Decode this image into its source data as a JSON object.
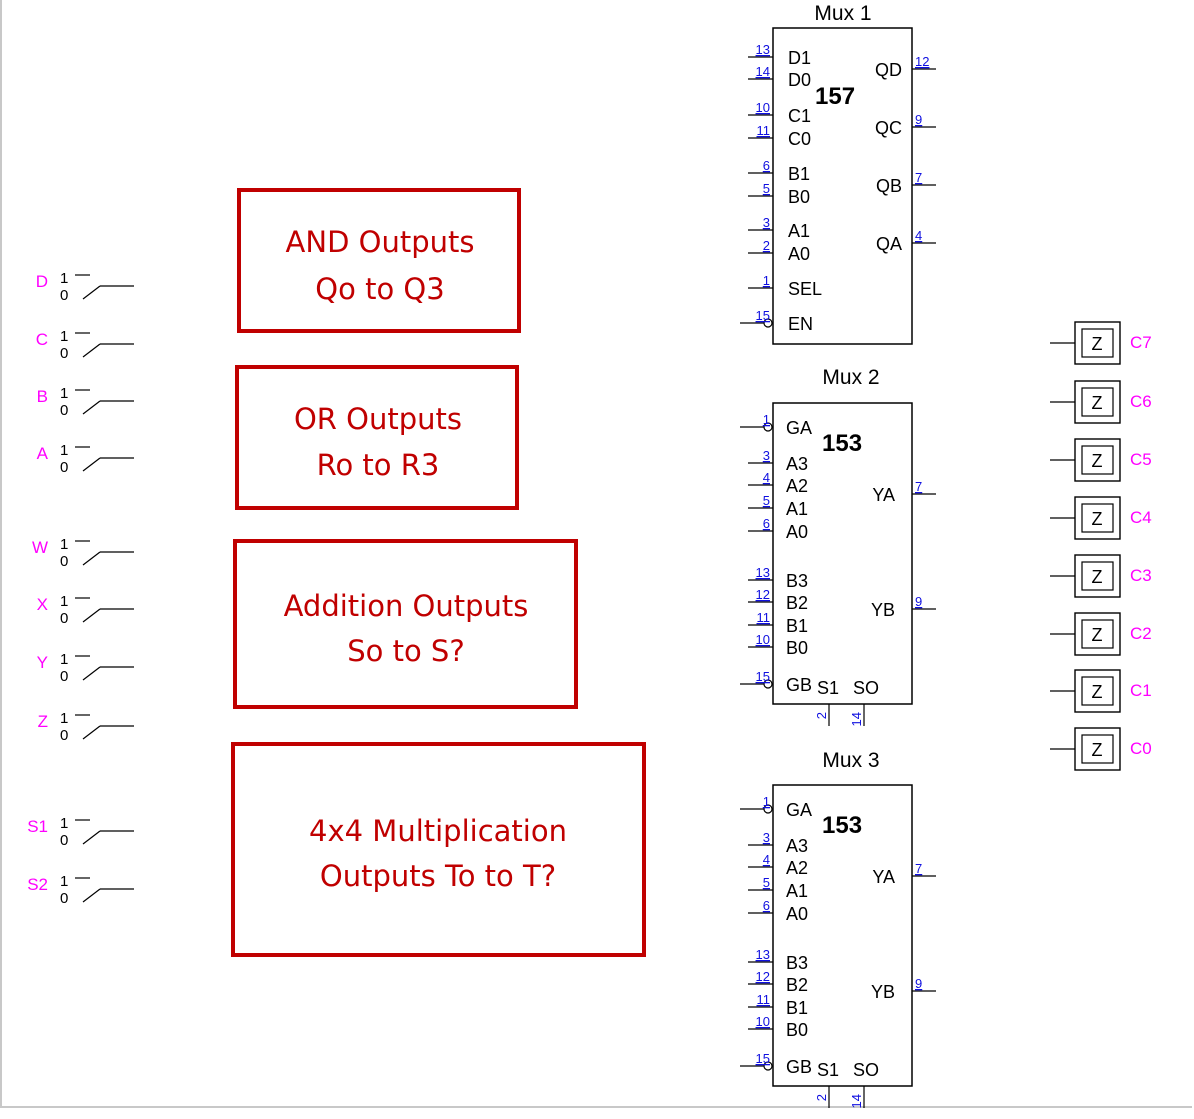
{
  "colors": {
    "input_label": "#ff00ff",
    "pin_number": "#1010e0",
    "box_border": "#c00000",
    "box_text": "#c00000",
    "wire": "#000000"
  },
  "inputs": [
    {
      "name": "D",
      "hi": "1",
      "lo": "0"
    },
    {
      "name": "C",
      "hi": "1",
      "lo": "0"
    },
    {
      "name": "B",
      "hi": "1",
      "lo": "0"
    },
    {
      "name": "A",
      "hi": "1",
      "lo": "0"
    },
    {
      "name": "W",
      "hi": "1",
      "lo": "0"
    },
    {
      "name": "X",
      "hi": "1",
      "lo": "0"
    },
    {
      "name": "Y",
      "hi": "1",
      "lo": "0"
    },
    {
      "name": "Z",
      "hi": "1",
      "lo": "0"
    },
    {
      "name": "S1",
      "hi": "1",
      "lo": "0"
    },
    {
      "name": "S2",
      "hi": "1",
      "lo": "0"
    }
  ],
  "boxes": [
    {
      "line1": "AND Outputs",
      "line2": "Qo to Q3"
    },
    {
      "line1": "OR Outputs",
      "line2": "Ro to R3"
    },
    {
      "line1": "Addition Outputs",
      "line2": "So to S?"
    },
    {
      "line1": "4x4 Multiplication",
      "line2": "Outputs To to T?"
    }
  ],
  "mux1": {
    "title": "Mux 1",
    "part": "157",
    "left_pins": [
      {
        "num": "13",
        "name": "D1"
      },
      {
        "num": "14",
        "name": "D0"
      },
      {
        "num": "10",
        "name": "C1"
      },
      {
        "num": "11",
        "name": "C0"
      },
      {
        "num": "6",
        "name": "B1"
      },
      {
        "num": "5",
        "name": "B0"
      },
      {
        "num": "3",
        "name": "A1"
      },
      {
        "num": "2",
        "name": "A0"
      },
      {
        "num": "1",
        "name": "SEL"
      },
      {
        "num": "15",
        "name": "EN"
      }
    ],
    "right_pins": [
      {
        "num": "12",
        "name": "QD"
      },
      {
        "num": "9",
        "name": "QC"
      },
      {
        "num": "7",
        "name": "QB"
      },
      {
        "num": "4",
        "name": "QA"
      }
    ]
  },
  "mux2": {
    "title": "Mux 2",
    "part": "153",
    "left_pins": [
      {
        "num": "1",
        "name": "GA"
      },
      {
        "num": "3",
        "name": "A3"
      },
      {
        "num": "4",
        "name": "A2"
      },
      {
        "num": "5",
        "name": "A1"
      },
      {
        "num": "6",
        "name": "A0"
      },
      {
        "num": "13",
        "name": "B3"
      },
      {
        "num": "12",
        "name": "B2"
      },
      {
        "num": "11",
        "name": "B1"
      },
      {
        "num": "10",
        "name": "B0"
      },
      {
        "num": "15",
        "name": "GB"
      }
    ],
    "right_pins": [
      {
        "num": "7",
        "name": "YA"
      },
      {
        "num": "9",
        "name": "YB"
      }
    ],
    "bottom_pins": [
      {
        "num": "2",
        "name": "S1"
      },
      {
        "num": "14",
        "name": "SO"
      }
    ]
  },
  "mux3": {
    "title": "Mux 3",
    "part": "153",
    "left_pins": [
      {
        "num": "1",
        "name": "GA"
      },
      {
        "num": "3",
        "name": "A3"
      },
      {
        "num": "4",
        "name": "A2"
      },
      {
        "num": "5",
        "name": "A1"
      },
      {
        "num": "6",
        "name": "A0"
      },
      {
        "num": "13",
        "name": "B3"
      },
      {
        "num": "12",
        "name": "B2"
      },
      {
        "num": "11",
        "name": "B1"
      },
      {
        "num": "10",
        "name": "B0"
      },
      {
        "num": "15",
        "name": "GB"
      }
    ],
    "right_pins": [
      {
        "num": "7",
        "name": "YA"
      },
      {
        "num": "9",
        "name": "YB"
      }
    ],
    "bottom_pins": [
      {
        "num": "2",
        "name": "S1"
      },
      {
        "num": "14",
        "name": "SO"
      }
    ]
  },
  "outputs": [
    {
      "name": "C7",
      "glyph": "Z"
    },
    {
      "name": "C6",
      "glyph": "Z"
    },
    {
      "name": "C5",
      "glyph": "Z"
    },
    {
      "name": "C4",
      "glyph": "Z"
    },
    {
      "name": "C3",
      "glyph": "Z"
    },
    {
      "name": "C2",
      "glyph": "Z"
    },
    {
      "name": "C1",
      "glyph": "Z"
    },
    {
      "name": "C0",
      "glyph": "Z"
    }
  ]
}
